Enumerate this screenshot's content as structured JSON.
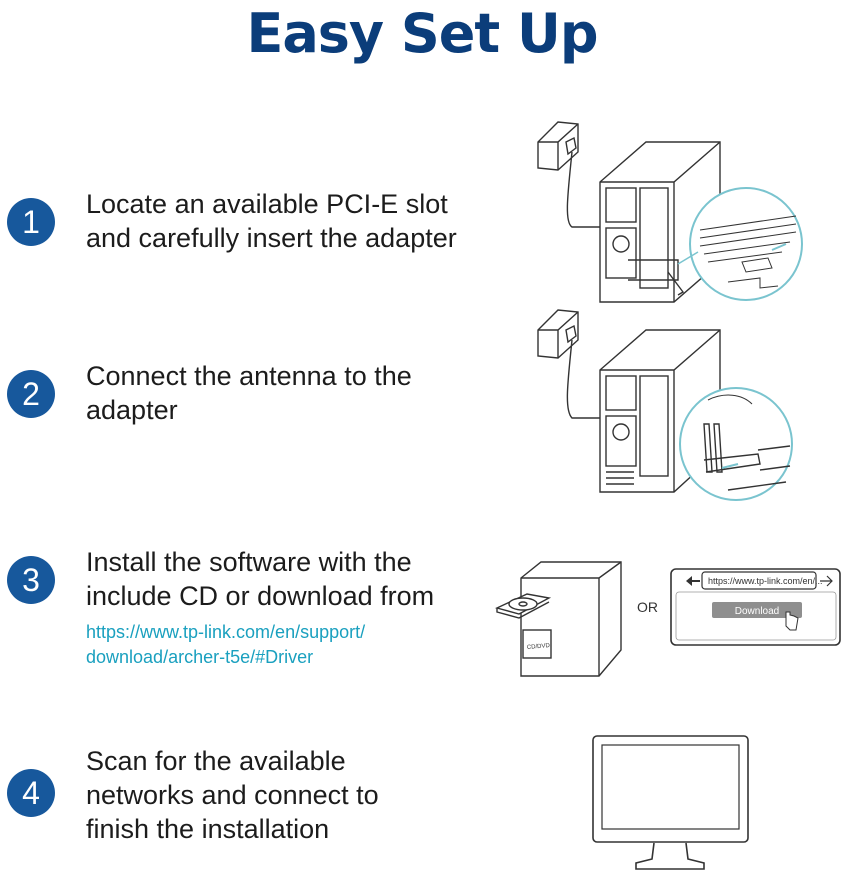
{
  "title": "Easy Set Up",
  "steps": [
    {
      "number": "1",
      "lines": [
        "Locate an available PCI-E slot",
        "and carefully insert the adapter"
      ]
    },
    {
      "number": "2",
      "lines": [
        "Connect the antenna to the",
        "adapter"
      ]
    },
    {
      "number": "3",
      "lines": [
        "Install the software with the",
        "include CD or download from"
      ],
      "link_lines": [
        "https://www.tp-link.com/en/support/",
        "download/archer-t5e/#Driver"
      ]
    },
    {
      "number": "4",
      "lines": [
        "Scan for the available",
        "networks and connect to",
        "finish the installation"
      ]
    }
  ],
  "illustrations": {
    "or_label": "OR",
    "browser_url": "https://www.tp-link.com/en/...",
    "download_button": "Download",
    "cd_label": "CD/DVD"
  },
  "colors": {
    "title": "#0b3d7a",
    "badge": "#17589c",
    "link": "#1aa0bf",
    "zoom_circle": "#7ac4cf",
    "line_art": "#333333"
  }
}
